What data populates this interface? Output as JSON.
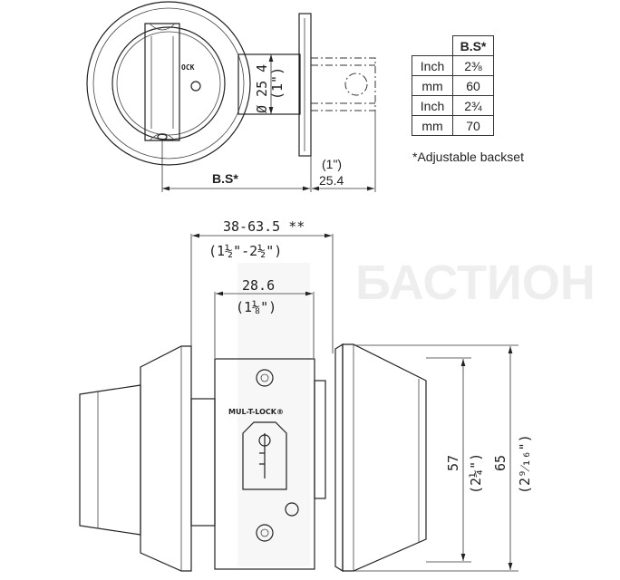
{
  "watermark": "БАСТИОН",
  "top_view": {
    "bs_label": "B.S*",
    "diameter_mm": "Ø 25 4",
    "diameter_in": "(1\")",
    "throw_in": "(1\")",
    "throw_mm": "25.4",
    "face_text": "OCK"
  },
  "table": {
    "header": "B.S*",
    "rows": [
      {
        "unit": "Inch",
        "value": "2⅜"
      },
      {
        "unit": "mm",
        "value": "60"
      },
      {
        "unit": "Inch",
        "value": "2¾"
      },
      {
        "unit": "mm",
        "value": "70"
      }
    ],
    "note": "*Adjustable backset"
  },
  "front_view": {
    "door_range_mm": "38-63.5 **",
    "door_range_in": "(1½\"-2½\")",
    "case_width_mm": "28.6",
    "case_width_in": "(1⅛\")",
    "brand": "MUL-T-LOCK®",
    "height_inner_mm": "57",
    "height_inner_in": "(2¼\")",
    "height_outer_mm": "65",
    "height_outer_in": "(2⁹⁄₁₆\")"
  }
}
